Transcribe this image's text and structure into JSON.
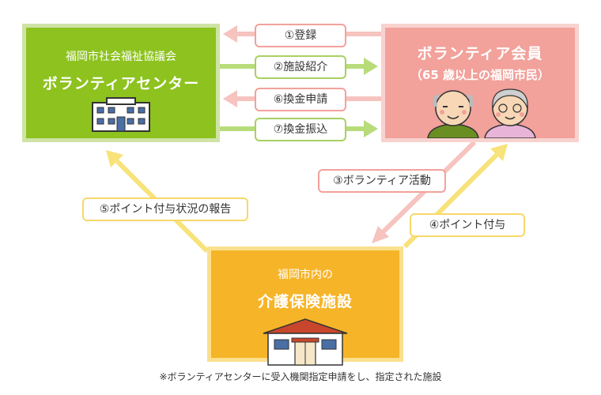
{
  "nodes": {
    "center": {
      "org": "福岡市社会福祉協議会",
      "title": "ボランティアセンター"
    },
    "members": {
      "title": "ボランティア会員",
      "subtitle": "（65 歳以上の福岡市民）"
    },
    "facility": {
      "subtitle": "福岡市内の",
      "title": "介護保険施設"
    }
  },
  "flows": {
    "f1": "①登録",
    "f2": "②施設紹介",
    "f3": "③ボランティア活動",
    "f4": "④ポイント付与",
    "f5": "⑤ポイント付与状況の報告",
    "f6": "⑥換金申請",
    "f7": "⑦換金振込"
  },
  "footnote": "※ボランティアセンターに受入機関指定申請をし、指定された施設",
  "colors": {
    "center": "#8dc21f",
    "members": "#f2a19b",
    "facility": "#f6b428",
    "arrow_pink": "#f6c3bf",
    "arrow_green": "#b8dc7a",
    "arrow_yellow": "#f8e27a"
  }
}
